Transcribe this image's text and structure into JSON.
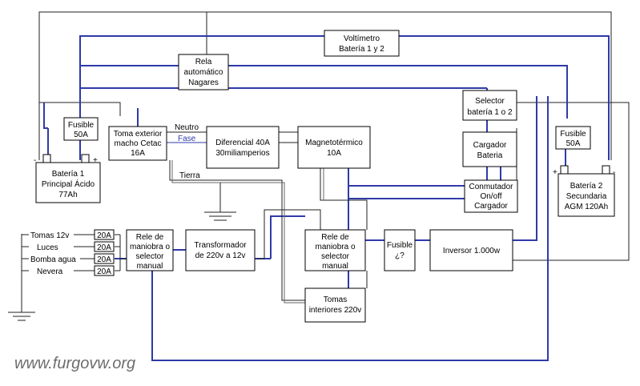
{
  "diagram": {
    "voltimetro": [
      "Voltímetro",
      "Batería 1 y 2"
    ],
    "rela": [
      "Rela",
      "automático",
      "Nagares"
    ],
    "selector": [
      "Selector",
      "batería 1 o 2"
    ],
    "fusible1": [
      "Fusible",
      "50A"
    ],
    "bateria1": [
      "Batería 1",
      "Principal Ácido",
      "77Ah"
    ],
    "fusible2": [
      "Fusible",
      "50A"
    ],
    "bateria2": [
      "Batería 2",
      "Secundaria",
      "AGM 120Ah"
    ],
    "toma_exterior": [
      "Toma exterior",
      "macho Cetac",
      "16A"
    ],
    "diferencial": [
      "Diferencial 40A",
      "30miliamperios"
    ],
    "magnetotermico": [
      "Magnetotérmico",
      "10A"
    ],
    "cargador": [
      "Cargador",
      "Bateria"
    ],
    "conmutador": [
      "Conmutador",
      "On/off",
      "Cargador"
    ],
    "rele_izq": [
      "Rele de",
      "maniobra o",
      "selector",
      "manual"
    ],
    "transformador": [
      "Transformador",
      "de 220v a 12v"
    ],
    "rele_centro": [
      "Rele de",
      "maniobra o",
      "selector",
      "manual"
    ],
    "fusible_q": [
      "Fusible",
      "¿?"
    ],
    "inversor": "Inversor 1.000w",
    "tomas_interiores": [
      "Tomas",
      "interiores 220v"
    ],
    "loads": [
      "Tomas 12v",
      "Luces",
      "Bomba agua",
      "Nevera"
    ],
    "fuse_rating": "20A",
    "labels": {
      "neutro": "Neutro",
      "fase": "Fase",
      "tierra": "Tierra"
    },
    "polarity": {
      "minus": "-",
      "plus": "+"
    },
    "watermark": "www.furgovw.org"
  }
}
